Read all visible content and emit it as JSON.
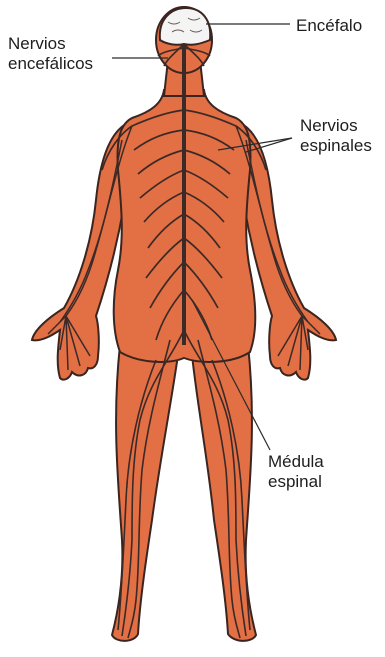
{
  "labels": {
    "brain": "Encéfalo",
    "cranial_nerves": [
      "Nervios",
      "encefálicos"
    ],
    "spinal_nerves": [
      "Nervios",
      "espinales"
    ],
    "spinal_cord": [
      "Médula",
      "espinal"
    ]
  },
  "colors": {
    "body_fill": "#e36f44",
    "outline": "#3a2520",
    "nerve": "#3b2a27",
    "brain_fill": "#f4f4f4",
    "leader_line": "#2b2b2b",
    "text": "#1e1e1e",
    "background": "#ffffff"
  }
}
